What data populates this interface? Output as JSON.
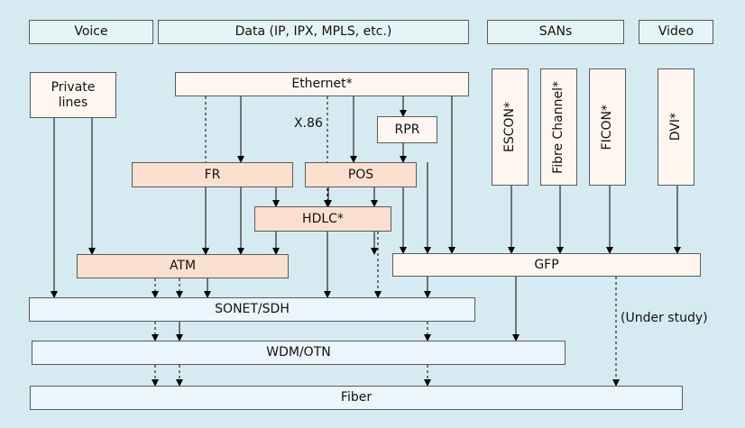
{
  "headers": {
    "voice": "Voice",
    "data": "Data (IP, IPX, MPLS, etc.)",
    "sans": "SANs",
    "video": "Video"
  },
  "nodes": {
    "private_lines": "Private lines",
    "ethernet": "Ethernet*",
    "rpr": "RPR",
    "x86": "X.86",
    "escon": "ESCON*",
    "fibre_channel": "Fibre Channel*",
    "ficon": "FICON*",
    "dvi": "DVI*",
    "fr": "FR",
    "pos": "POS",
    "hdlc": "HDLC*",
    "atm": "ATM",
    "gfp": "GFP",
    "sonet_sdh": "SONET/SDH",
    "wdm_otn": "WDM/OTN",
    "fiber": "Fiber",
    "under_study": "(Under study)"
  },
  "colors": {
    "background": "#d6ebf1",
    "header_fill": "#e6f4f6",
    "protocol_fill": "#fce0cf",
    "source_fill": "#fff6f0",
    "transport_fill": "#eaf6f9",
    "line": "#000000"
  }
}
